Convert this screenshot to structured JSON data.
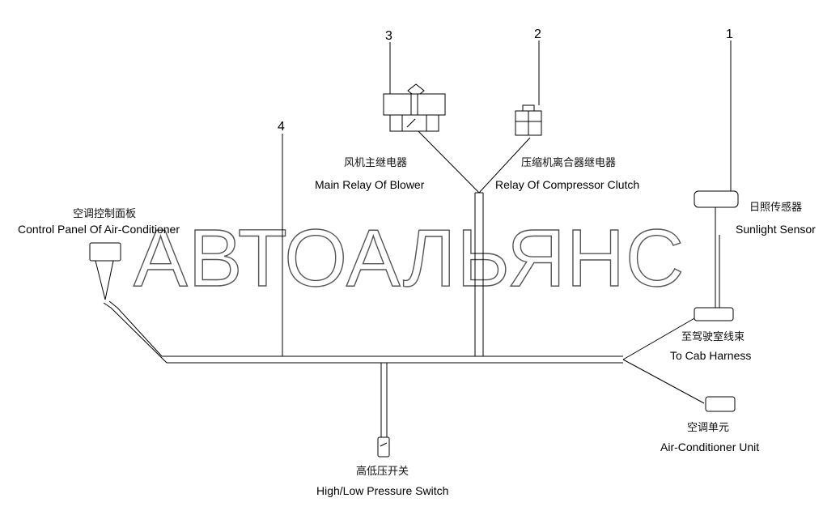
{
  "watermark": "АВТОАЛЬЯНС",
  "callouts": {
    "n1": "1",
    "n2": "2",
    "n3": "3",
    "n4": "4"
  },
  "components": {
    "blower_relay": {
      "zh": "风机主继电器",
      "en": "Main Relay Of Blower"
    },
    "compressor_relay": {
      "zh": "压缩机离合器继电器",
      "en": "Relay Of Compressor Clutch"
    },
    "control_panel": {
      "zh": "空调控制面板",
      "en": "Control Panel Of Air-Conditioner"
    },
    "sunlight_sensor": {
      "zh": "日照传感器",
      "en": "Sunlight Sensor"
    },
    "cab_harness": {
      "zh": "至驾驶室线束",
      "en": "To Cab Harness"
    },
    "ac_unit": {
      "zh": "空调单元",
      "en": "Air-Conditioner Unit"
    },
    "pressure_switch": {
      "zh": "高低压开关",
      "en": "High/Low Pressure Switch"
    }
  }
}
